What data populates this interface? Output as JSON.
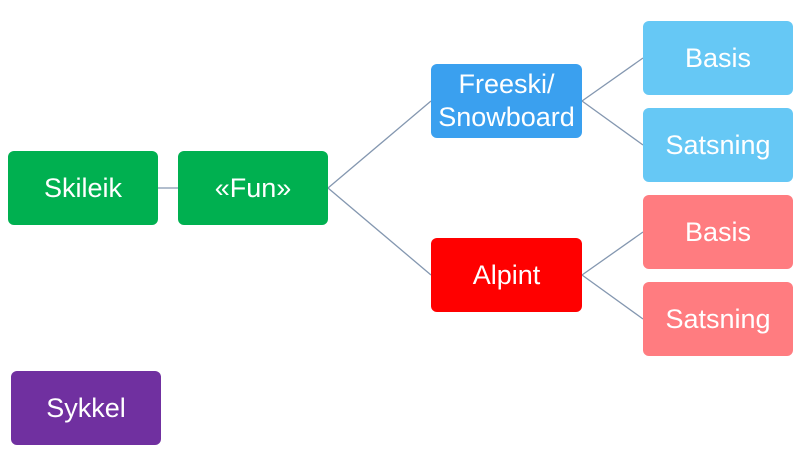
{
  "diagram": {
    "colors": {
      "green": "#00b050",
      "blue": "#3aa0ef",
      "light_blue": "#66c8f5",
      "red": "#ff0000",
      "pink": "#ff7c80",
      "purple": "#7030a0",
      "connector": "#8497b0"
    },
    "nodes": [
      {
        "id": "skileik",
        "label": "Skileik",
        "color": "green"
      },
      {
        "id": "fun",
        "label": "«Fun»",
        "color": "green"
      },
      {
        "id": "freeski",
        "label": "Freeski/\nSnowboard",
        "color": "blue"
      },
      {
        "id": "alpint",
        "label": "Alpint",
        "color": "red"
      },
      {
        "id": "freeski-basis",
        "label": "Basis",
        "color": "light_blue"
      },
      {
        "id": "freeski-satsning",
        "label": "Satsning",
        "color": "light_blue"
      },
      {
        "id": "alpint-basis",
        "label": "Basis",
        "color": "pink"
      },
      {
        "id": "alpint-satsning",
        "label": "Satsning",
        "color": "pink"
      },
      {
        "id": "sykkel",
        "label": "Sykkel",
        "color": "purple"
      }
    ],
    "edges": [
      [
        "skileik",
        "fun"
      ],
      [
        "fun",
        "freeski"
      ],
      [
        "fun",
        "alpint"
      ],
      [
        "freeski",
        "freeski-basis"
      ],
      [
        "freeski",
        "freeski-satsning"
      ],
      [
        "alpint",
        "alpint-basis"
      ],
      [
        "alpint",
        "alpint-satsning"
      ]
    ]
  }
}
